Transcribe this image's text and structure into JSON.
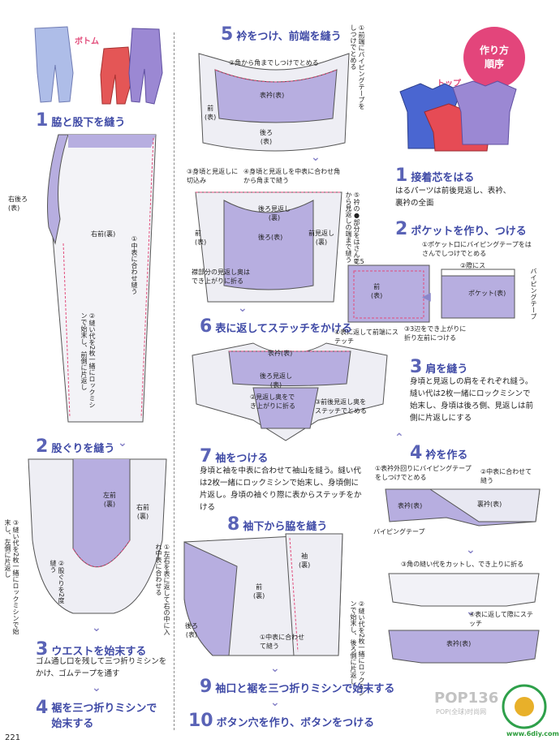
{
  "bottoms_label": "ボトム",
  "tops_label": "トップ",
  "badge": {
    "line1": "作り方",
    "line2": "順序"
  },
  "page_number": "221",
  "left_steps": [
    {
      "num": "1",
      "title": "脇と股下を縫う"
    },
    {
      "num": "2",
      "title": "股ぐりを縫う"
    },
    {
      "num": "3",
      "title": "ウエストを始末する",
      "body": "ゴム通し口を残して三つ折りミシンを\nかけ、ゴムテープを通す"
    },
    {
      "num": "4",
      "title": "裾を三つ折りミシンで\n始末する"
    }
  ],
  "left_labels": {
    "right_back": "右後ろ\n(表)",
    "right_front": "右前(裏)",
    "note1": "①中表に合わせ縫う",
    "note2": "②縫い代を2枚一緒にロックミシンで始末し、前側に片返し",
    "left_front": "左前\n(裏)",
    "right_front2": "右前\n(裏)",
    "note3": "③縫い代を2枚一緒にロックミシンで始末し、左側に片返し",
    "note4": "②股ぐりを2度縫う",
    "note5": "①左右を表に返して右の中に入れ中表に合わせる"
  },
  "mid_steps": [
    {
      "num": "5",
      "title": "衿をつけ、前端を縫う"
    },
    {
      "num": "6",
      "title": "表に返してステッチをかける"
    },
    {
      "num": "7",
      "title": "袖をつける",
      "body": "身頃と袖を中表に合わせて袖山を縫う。縫い代は2枚一緒にロックミシンで始末し、身頃側に片返し。身頃の袖ぐり際に表からステッチをかける"
    },
    {
      "num": "8",
      "title": "袖下から脇を縫う"
    },
    {
      "num": "9",
      "title": "袖口と裾を三つ折りミシンで始末する"
    },
    {
      "num": "10",
      "title": "ボタン穴を作り、ボタンをつける"
    }
  ],
  "mid_labels": {
    "n5a": "①前端にバイピングテープをしつけでとめる",
    "n5b": "②角から角までしつけでとめる",
    "collar_back": "表衿(表)",
    "front_back": "前\n(表)",
    "back_back": "後ろ\n(表)",
    "n5c": "③身頃と見返しに切込み",
    "n5d": "④身頃と見返しを中表に合わせ角から角まで縫う",
    "n5e": "⑤衿の●部分をはさんでスベルト前端から見返しの端まで縫う",
    "back_facing": "後ろ見返し\n(裏)",
    "back_inside": "後ろ(表)",
    "front_facing": "前見返し\n(裏)",
    "front_table": "前\n(表)",
    "neck_note": "襟部分の見返し奥はでき上がりに折る",
    "n6a": "①表に返して前端にステッチ",
    "collar6": "表衿(表)",
    "back6": "後ろ見返し\n(表)",
    "n6b": "②見返し奥をでき上がりに折る",
    "n6c": "③前後見返し奥をステッチでとめる",
    "sleeve": "袖\n(裏)",
    "front8": "前\n(裏)",
    "back8": "後ろ\n(表)",
    "n8a": "①中表に合わせて縫う",
    "n8b": "②縫い代を2枚一緒にロックミシンで始末し、後ろ側に片返し"
  },
  "right_steps": [
    {
      "num": "1",
      "title": "接着芯をはる",
      "body": "はるパーツは前後見返し、表衿、\n裏衿の全面"
    },
    {
      "num": "2",
      "title": "ポケットを作り、つける"
    },
    {
      "num": "3",
      "title": "肩を縫う",
      "body": "身頃と見返しの肩をそれぞれ縫う。\n縫い代は2枚一緒にロックミシンで\n始末し、身頃は後ろ側、見返しは前\n側に片返しにする"
    },
    {
      "num": "4",
      "title": "衿を作る"
    }
  ],
  "right_labels": {
    "r2a": "①ポケット口にバイピングテープをはさんでしつけでとめる",
    "r2b": "②際にステッチ",
    "val05": "0.5",
    "front_r": "前\n(表)",
    "pocket": "ポケット(表)",
    "piping": "バイピングテープ",
    "r2c": "③3辺をでき上がりに折り左前につける",
    "r4a": "①表衿外回りにバイピングテープをしつけでとめる",
    "r4b": "②中表に合わせて縫う",
    "collar_a": "表衿(表)",
    "collar_b": "裏衿(表)",
    "piping2": "バイピングテープ",
    "r4c": "③角の縫い代をカットし、でき上りに折る",
    "r4d": "④表に返して際にステッチ",
    "collar_final": "表衿(表)"
  },
  "watermark": {
    "brand": "POP136",
    "sub": "POP(全球)时尚网",
    "site": "www.6diy.com"
  },
  "colors": {
    "lavender": "#b7aee0",
    "accent_blue": "#3f4aa6",
    "badge_pink": "#e3457b"
  }
}
